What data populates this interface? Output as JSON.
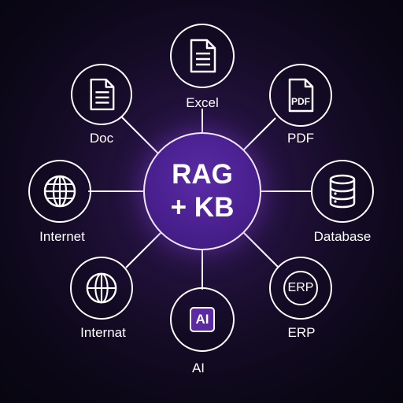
{
  "hub": {
    "line1": "RAG",
    "line2": "+ KB"
  },
  "nodes": {
    "excel": {
      "label": "Excel",
      "icon": "document-icon"
    },
    "doc": {
      "label": "Doc",
      "icon": "document-icon"
    },
    "pdf": {
      "label": "PDF",
      "icon": "pdf-file-icon",
      "badge": "PDF"
    },
    "internet_left": {
      "label": "Internet",
      "icon": "globe-icon"
    },
    "database": {
      "label": "Database",
      "icon": "database-icon"
    },
    "internat": {
      "label": "Internat",
      "icon": "globe-icon"
    },
    "erp": {
      "label": "ERP",
      "icon": "erp-icon",
      "badge": "ERP"
    },
    "ai": {
      "label": "AI",
      "icon": "ai-chip-icon",
      "badge": "AI"
    }
  },
  "colors": {
    "background": "#0b0716",
    "hub_fill": "#4a2090",
    "hub_glow": "#7b3fd6",
    "line": "#ffffff",
    "ai_badge_fill": "#5b2aa3"
  }
}
